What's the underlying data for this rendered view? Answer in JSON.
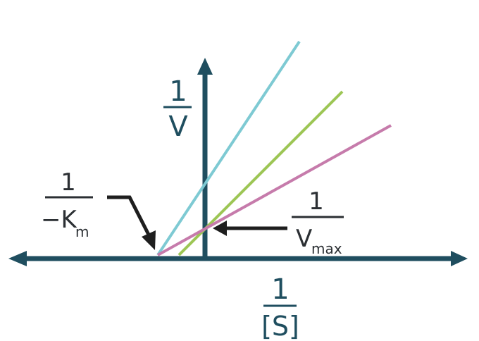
{
  "colors": {
    "axis": "#1f4e5f",
    "line_cyan": "#7ecad3",
    "line_green": "#9dc655",
    "line_pink": "#c67bab",
    "arrow": "#1e1e1e",
    "text": "#2b2f33"
  },
  "y_axis_label": {
    "numerator": "1",
    "denominator": "V"
  },
  "x_axis_label": {
    "numerator": "1",
    "denominator": "[S]"
  },
  "km_label": {
    "numerator": "1",
    "denominator": "−K",
    "subscript": "m"
  },
  "vmax_label": {
    "numerator": "1",
    "denominator": "V",
    "subscript": "max"
  }
}
